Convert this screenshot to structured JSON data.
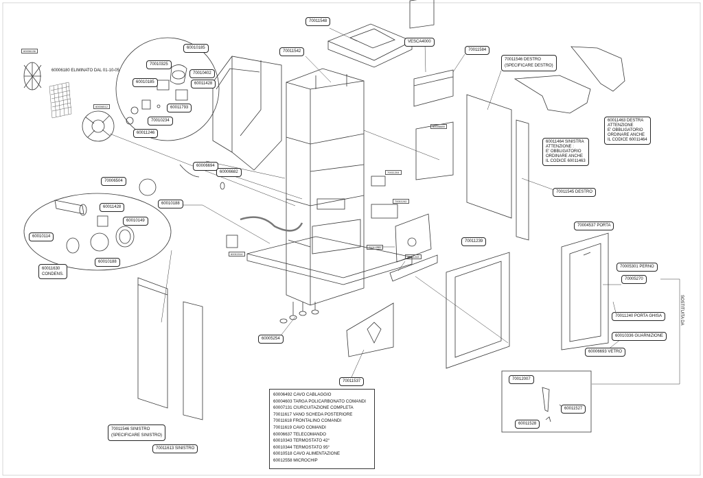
{
  "parts": {
    "p70011548": "70011548",
    "p70011542": "70011542",
    "vesca": "VESCA4000",
    "p70011584": "70011584",
    "destro_code": "70011546  DESTRO",
    "destro_note": "(SPECIFICARE DESTRO)",
    "p60006136": "60006136",
    "eliminato": "60006180 ELIMINATO DAL 01-10-05",
    "p60006512": "60006512",
    "p60010185a": "60010185",
    "p70010325": "70010325",
    "p70010402": "70010402",
    "p60010185b": "60010185",
    "p60011428a": "60011428",
    "p60011793": "60011793",
    "p70010234": "70010234",
    "p60011246": "60011246",
    "p60006694": "60006694",
    "p60006682": "60006682",
    "p70006504": "70006504",
    "p60010188a": "60010188",
    "p60011428b": "60011428",
    "p60010149": "60010149",
    "p60010114": "60010114",
    "p60010188b": "60010188",
    "condens_code": "60011630",
    "condens_label": "CONDENS.",
    "p60006889": "60006889",
    "p70011204": "70011204",
    "p70011242": "70011242",
    "p70011241": "70011241",
    "p70011243": "70011243",
    "p60011514": "60011514",
    "p60005254": "60005254",
    "p70011537": "70011537",
    "p70011239": "70011239",
    "destro_side": "70011545 DESTRO",
    "porta": "70004537 PORTA",
    "perno": "70005301 PERNO",
    "p70005270": "70005270",
    "porta_ghisa": "70011240 PORTA GHISA",
    "guarnizione": "60010336 GUARNIZIONE",
    "vetro": "60006693 VETRO",
    "sostituita": "SOSTITUITA DA",
    "sinistro_code": "70011546 SINISTRO",
    "sinistro_note": "(SPECIFICARE SINISTRO)",
    "sinistro_side": "70011613 SINISTRO",
    "p70012007": "70012007",
    "p60011527": "60011527",
    "p60011528": "60011528"
  },
  "notes": {
    "destra": [
      "60011463 DESTRA",
      "ATTENZIONE",
      "E' OBBLIGATORIO",
      "ORDINARE ANCHE",
      "IL CODICE 60011464"
    ],
    "sinistra": [
      "60011464 SINISTRA",
      "ATTENZIONE :",
      "E' OBBLIGATORIO",
      "ORDINARE ANCHE",
      "IL CODICE 60011463"
    ]
  },
  "parts_list": [
    "60006492 CAVO CABLAGGIO",
    "60004603 TARGA POLICARBONATO COMANDI",
    "60007131 CIURCUITAZIONE COMPLETA",
    "70011617 VANO SCHEDA POSTERIORE",
    "70011618 FRONTALINO COMANDI",
    "70011619 CAVO COMANDI",
    "60006637 TELECOMANDO",
    "60010343 TERMOSTATO 42°",
    "60010344 TERMOSTATO 95°",
    "60010518 CAVO ALIMENTAZIONE",
    "60012558 MICROCHIP"
  ]
}
